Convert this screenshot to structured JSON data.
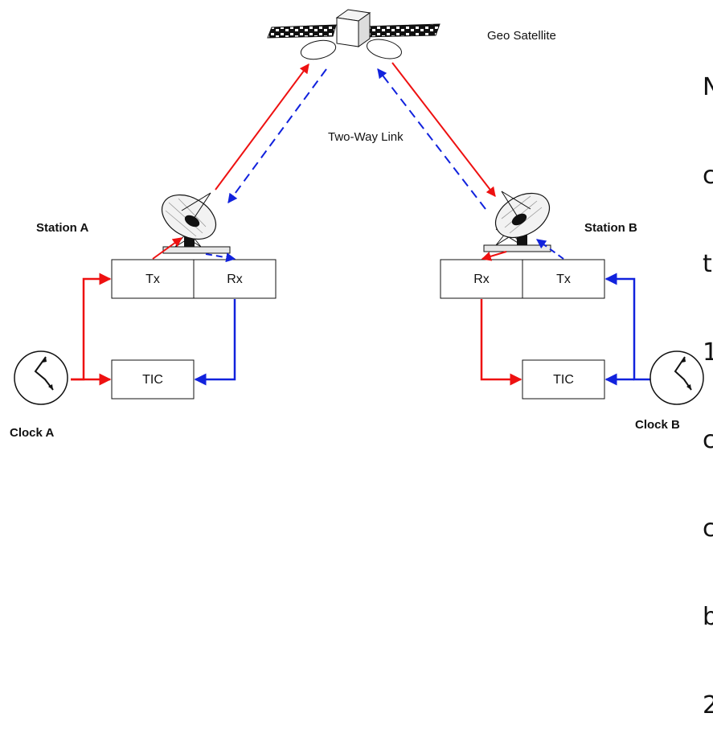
{
  "labels": {
    "satellite": "Geo Satellite",
    "link": "Two-Way Link",
    "station_a": "Station A",
    "station_b": "Station B",
    "clock_a": "Clock A",
    "clock_b": "Clock B",
    "tx": "Tx",
    "rx": "Rx",
    "tic": "TIC"
  },
  "side_text_lines": [
    "N",
    "c",
    "t",
    "1",
    "c",
    "c",
    "b",
    "2"
  ],
  "colors": {
    "transmit_arrow": "#ee1111",
    "receive_arrow": "#1122dd",
    "stroke": "#111111"
  }
}
